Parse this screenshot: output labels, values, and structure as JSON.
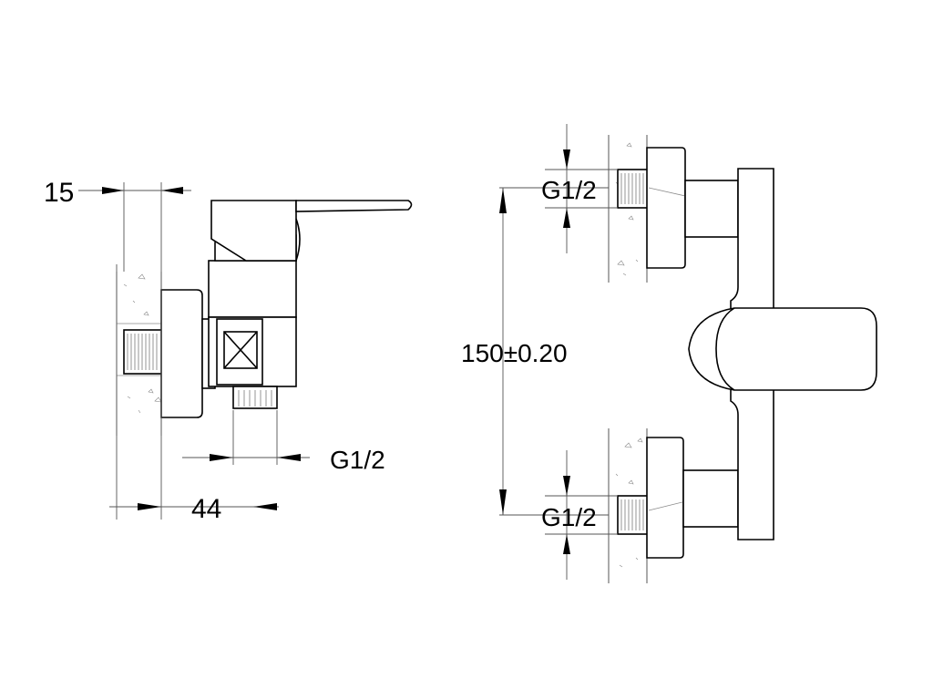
{
  "dimensions": {
    "wall_offset": "15",
    "projection": "44",
    "outlet_thread": "G1/2",
    "centre_distance": "150±0.20",
    "inlet_thread_upper": "G1/2",
    "inlet_thread_lower": "G1/2"
  },
  "colors": {
    "ink": "#000000",
    "background": "#ffffff"
  }
}
